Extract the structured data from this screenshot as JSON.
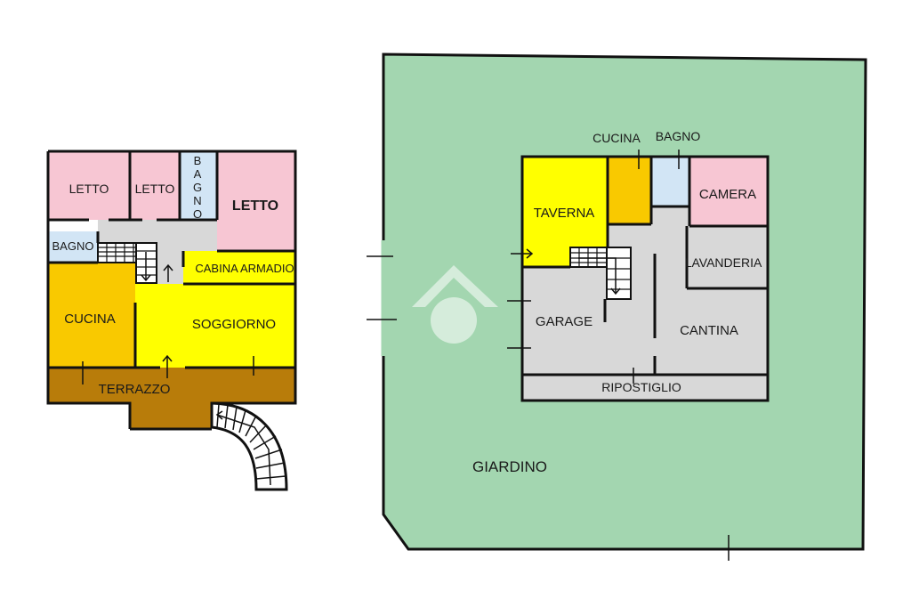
{
  "colors": {
    "letto": "#f7c6d3",
    "bagno": "#d2e5f5",
    "corridoio": "#d8d8d8",
    "cucina": "#f9c900",
    "soggiorno": "#ffff00",
    "terrazzo": "#b87c0a",
    "giardino": "#a3d6b0",
    "wall": "#111111",
    "watermark": "#ffffff"
  },
  "left_plan": {
    "rooms": {
      "letto_1": "LETTO",
      "letto_2": "LETTO",
      "bagno_vertical": [
        "B",
        "A",
        "G",
        "N",
        "O"
      ],
      "letto_main": "LETTO",
      "bagno": "BAGNO",
      "cabina_armadio": "CABINA ARMADIO",
      "cucina": "CUCINA",
      "soggiorno": "SOGGIORNO",
      "terrazzo": "TERRAZZO"
    }
  },
  "right_plan": {
    "rooms": {
      "cucina": "CUCINA",
      "bagno": "BAGNO",
      "taverna": "TAVERNA",
      "camera": "CAMERA",
      "lavanderia": "LAVANDERIA",
      "garage": "GARAGE",
      "cantina": "CANTINA",
      "ripostiglio": "RIPOSTIGLIO",
      "giardino": "GIARDINO"
    },
    "watermark_icon": "house-logo-icon"
  }
}
